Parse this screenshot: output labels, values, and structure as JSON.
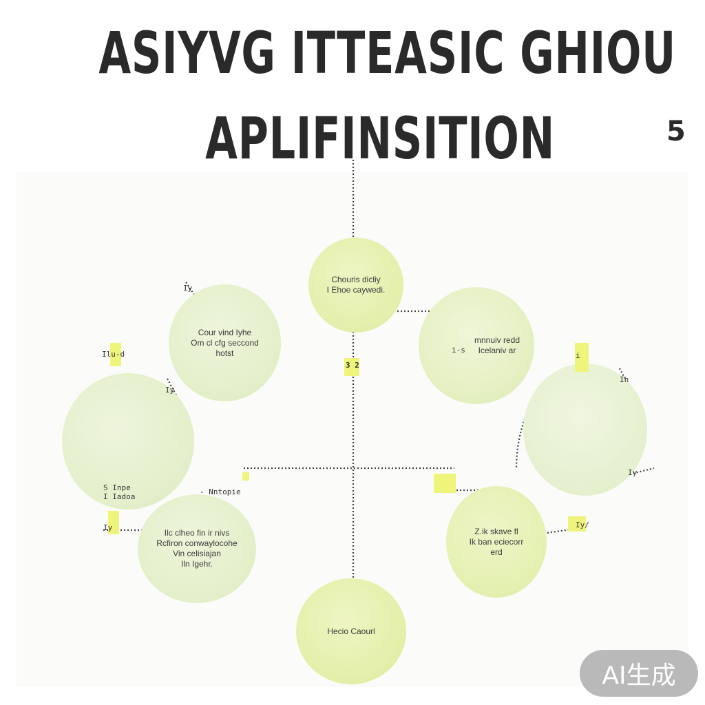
{
  "title": {
    "line1": "ASIYVG ITTEASIC GHIOU",
    "line2": "APLIFINSITION",
    "page_number": "5"
  },
  "nodes": [
    {
      "label": "Chouris dicliy\nI Ehoe caywedi."
    },
    {
      "label": "Cour vind Iyhe\nOm cl cfg seccond\nhotst"
    },
    {
      "label": "mnnuiv redd\nIcelaniv ar"
    },
    {
      "label": ""
    },
    {
      "label": ""
    },
    {
      "label": "Ilc clheo fin ir nivs\nRcfiron conwaylocohe\nVin celisiajan\nIln Igehr."
    },
    {
      "label": "Z.ik skave fl\nIk ban eciecorr\nerd"
    },
    {
      "label": "Hecio Caourl"
    }
  ],
  "tags": [
    {
      "text": "Iy"
    },
    {
      "text": "Ilu-d"
    },
    {
      "text": "i-s"
    },
    {
      "text": "i"
    },
    {
      "text": "Ih"
    },
    {
      "text": "Iy"
    },
    {
      "text": "S Inpe\nI Iadoa"
    },
    {
      "text": "- Nntopie"
    },
    {
      "text": "Iy"
    },
    {
      "text": "Iy"
    },
    {
      "text": "Iy/"
    },
    {
      "text": "3 2"
    }
  ],
  "colors": {
    "node_fill": "#e3efc2",
    "node_fill_bright": "#e6f2a8",
    "connector": "#444444",
    "marker": "#eef57a",
    "title": "#2a2a2a",
    "badge_bg": "#b9b9b9"
  },
  "watermark": {
    "text": "AI生成"
  }
}
